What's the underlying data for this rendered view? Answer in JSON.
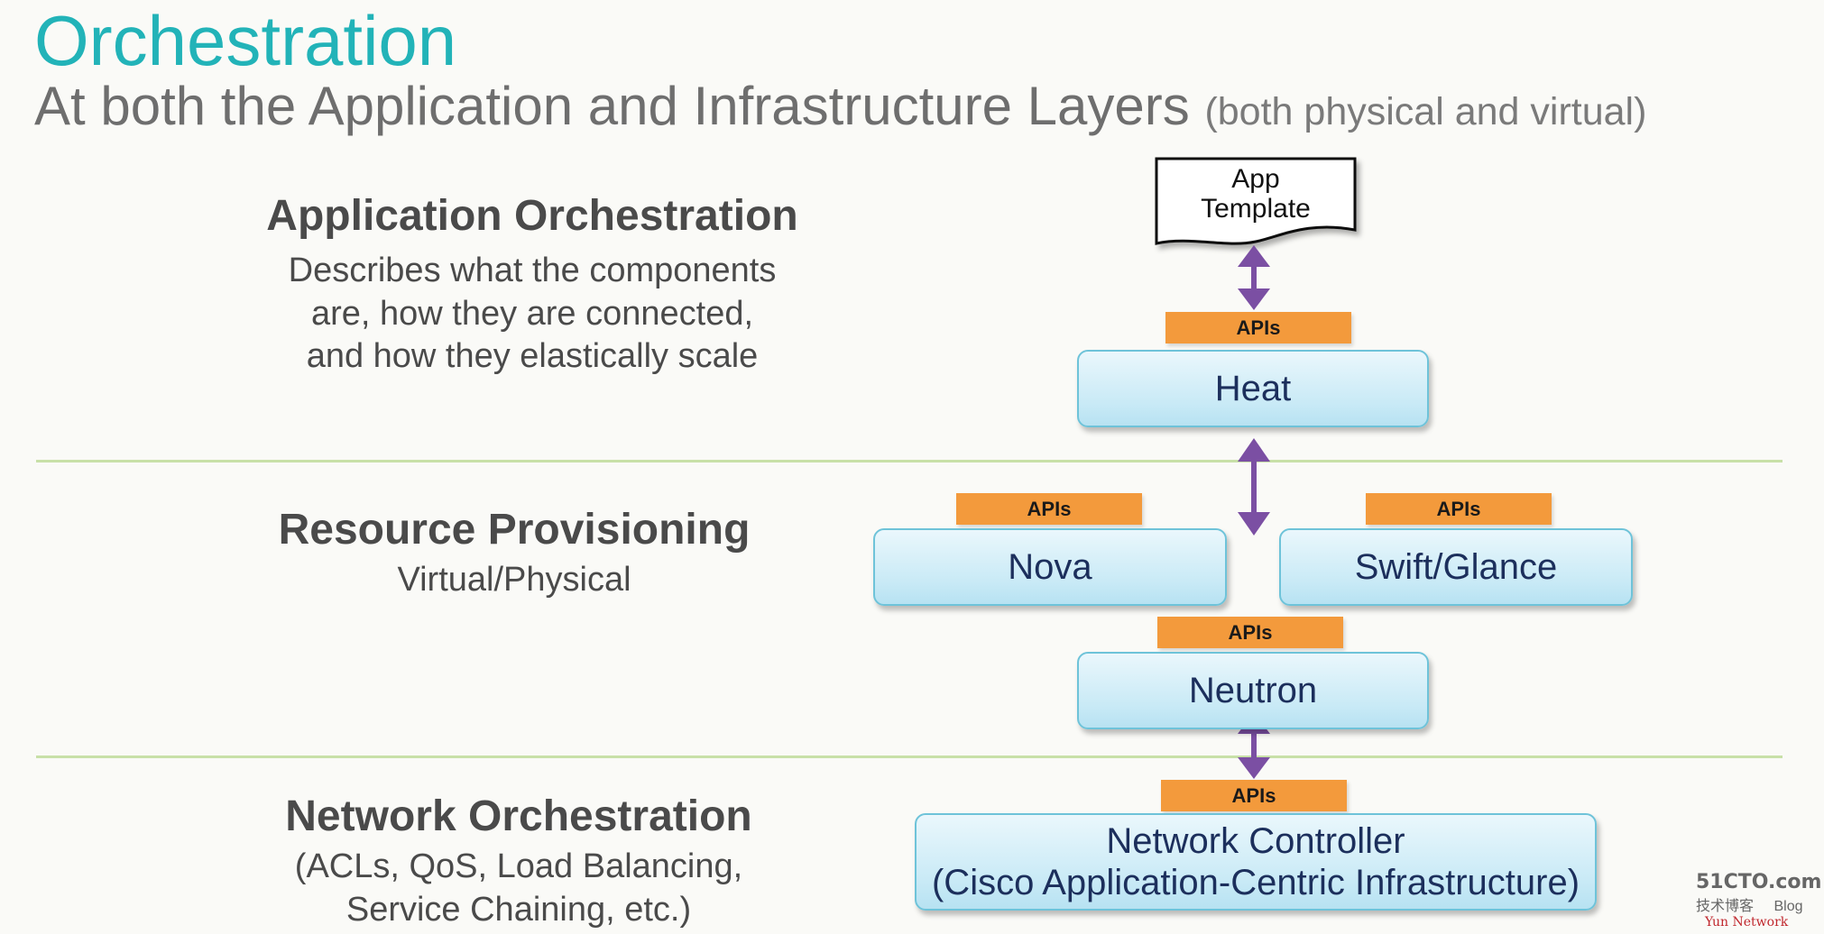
{
  "header": {
    "title": "Orchestration",
    "subtitle": "At both the Application and Infrastructure Layers",
    "subtitle_note": "(both physical and virtual)"
  },
  "sections": {
    "application": {
      "heading": "Application Orchestration",
      "lines": [
        "Describes what the components",
        "are, how they are connected,",
        "and how they elastically scale"
      ]
    },
    "resource": {
      "heading": "Resource Provisioning",
      "lines": [
        "Virtual/Physical"
      ]
    },
    "network": {
      "heading": "Network Orchestration",
      "lines": [
        "(ACLs, QoS, Load Balancing,",
        "Service Chaining, etc.)"
      ]
    }
  },
  "diagram": {
    "app_template": [
      "App",
      "Template"
    ],
    "apis_label": "APIs",
    "heat": "Heat",
    "nova": "Nova",
    "swift_glance": "Swift/Glance",
    "neutron": "Neutron",
    "network_controller": [
      "Network Controller",
      "(Cisco Application-Centric Infrastructure)"
    ]
  },
  "colors": {
    "title": "#22b3b8",
    "apis": "#f39a3c",
    "arrow": "#7b4fa3",
    "divider": "#c8e0a8",
    "box_text": "#1c2f5c"
  },
  "watermark": {
    "top": "51CTO.com",
    "bottom_left": "技术博客",
    "bottom_right": "Blog",
    "sub": "Yun Network"
  }
}
